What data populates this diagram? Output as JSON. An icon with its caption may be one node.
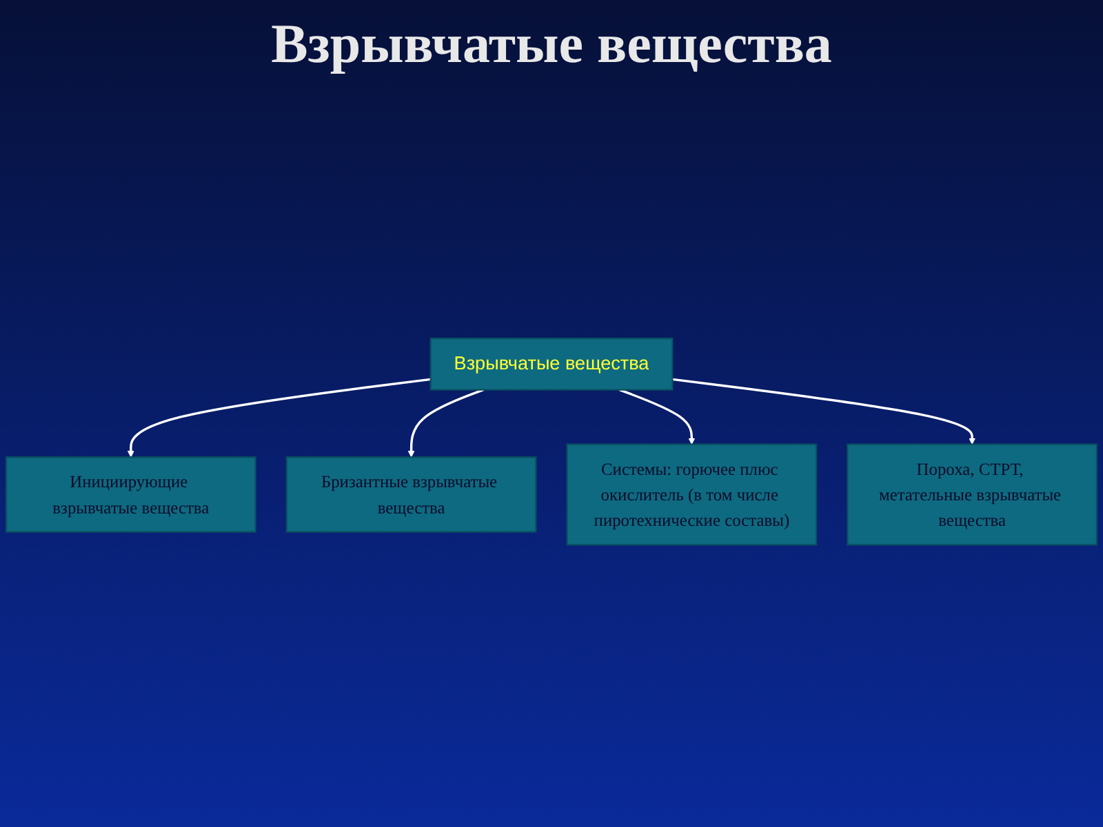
{
  "diagram": {
    "title": "Взрывчатые вещества",
    "nodes": [
      {
        "text": [
          "Взрывчатые вещества"
        ]
      },
      {
        "text": [
          "Инициирующие взрывчатые вещества"
        ]
      },
      {
        "text": [
          "Бризантные взрывчатые вещества"
        ]
      },
      {
        "text": [
          "Системы: горючее плюс окислитель (в том числе пиротехнические составы)"
        ]
      },
      {
        "text": [
          "Пороха, СТРТ, метательные взрывчатые вещества"
        ]
      }
    ],
    "edges": [
      {
        "from": 0,
        "to": 1,
        "arrow": "to"
      },
      {
        "from": 0,
        "to": 2,
        "arrow": "to"
      },
      {
        "from": 0,
        "to": 3,
        "arrow": "to"
      },
      {
        "from": 0,
        "to": 4,
        "arrow": "to"
      }
    ]
  }
}
